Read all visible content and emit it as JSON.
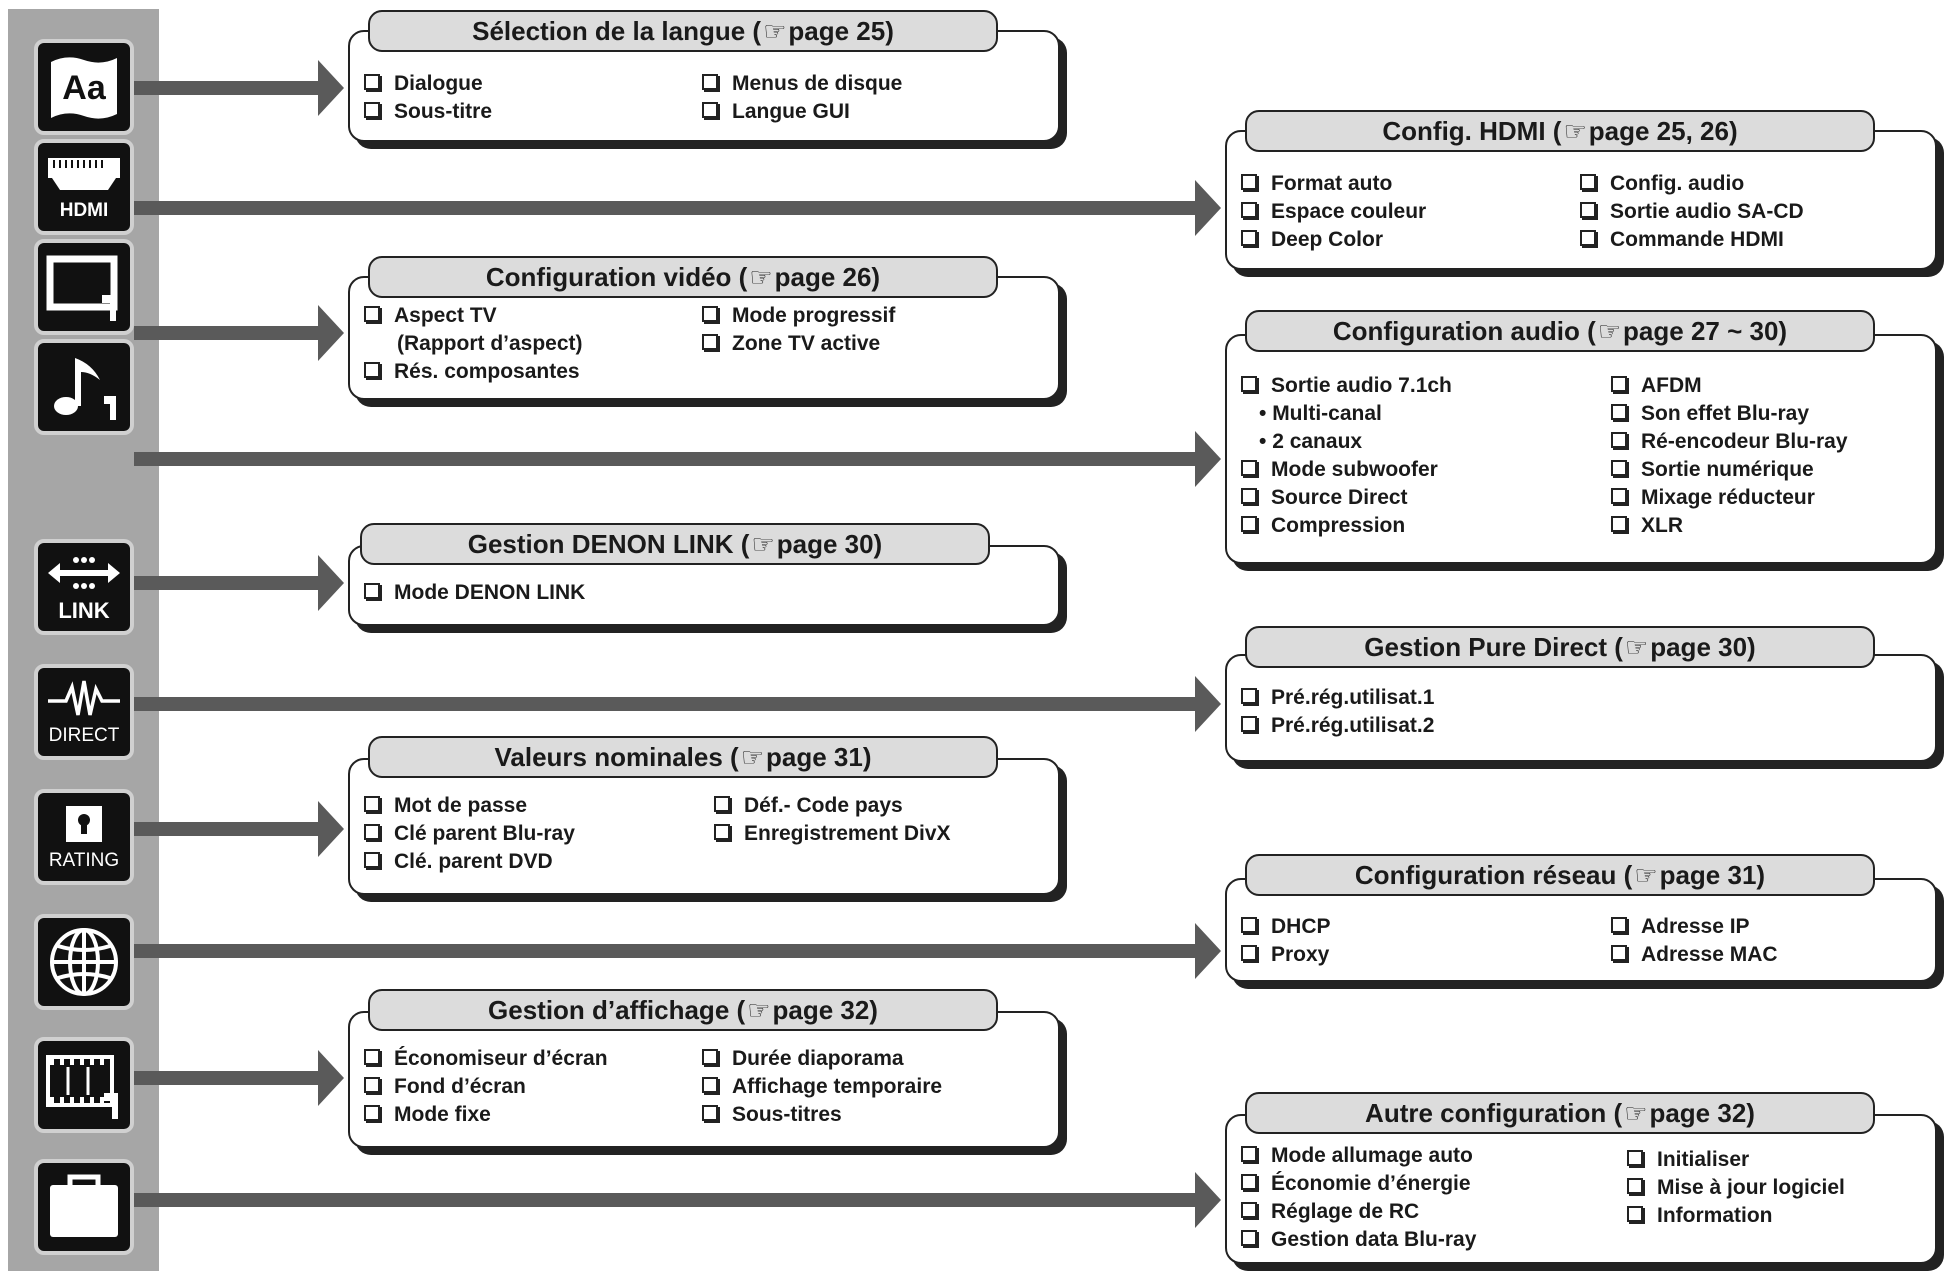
{
  "hand_glyph": "☞",
  "icons": [
    {
      "name": "language-icon",
      "label": "Aa"
    },
    {
      "name": "hdmi-icon",
      "label": "HDMI"
    },
    {
      "name": "video-icon",
      "label": ""
    },
    {
      "name": "audio-icon",
      "label": ""
    },
    {
      "name": "link-icon",
      "label": "LINK"
    },
    {
      "name": "direct-icon",
      "label": "DIRECT"
    },
    {
      "name": "rating-icon",
      "label": "RATING"
    },
    {
      "name": "network-icon",
      "label": ""
    },
    {
      "name": "display-icon",
      "label": ""
    },
    {
      "name": "other-icon",
      "label": ""
    }
  ],
  "boxes": {
    "langue": {
      "title_pre": "Sélection de la langue (",
      "title_post": "page 25)",
      "col1": [
        "Dialogue",
        "Sous-titre"
      ],
      "col2": [
        "Menus de disque",
        "Langue GUI"
      ]
    },
    "hdmi": {
      "title_pre": "Config. HDMI (",
      "title_post": "page 25, 26)",
      "col1": [
        "Format auto",
        "Espace couleur",
        "Deep Color"
      ],
      "col2": [
        "Config. audio",
        "Sortie audio SA-CD",
        "Commande HDMI"
      ]
    },
    "video": {
      "title_pre": "Configuration vidéo (",
      "title_post": "page 26)",
      "col1": [
        "Aspect TV",
        "(Rapport d’aspect)",
        "Rés. composantes"
      ],
      "col2": [
        "Mode progressif",
        "Zone TV active"
      ]
    },
    "audio": {
      "title_pre": "Configuration audio (",
      "title_post": "page 27 ~ 30)",
      "col1": [
        "Sortie audio 7.1ch",
        "Multi-canal",
        "2 canaux",
        "Mode subwoofer",
        "Source Direct",
        "Compression"
      ],
      "col2": [
        "AFDM",
        "Son effet Blu-ray",
        "Ré-encodeur Blu-ray",
        "Sortie numérique",
        "Mixage réducteur",
        "XLR"
      ]
    },
    "link": {
      "title_pre": "Gestion DENON LINK (",
      "title_post": "page 30)",
      "col1": [
        "Mode DENON LINK"
      ]
    },
    "pure": {
      "title_pre": "Gestion Pure Direct (",
      "title_post": "page 30)",
      "col1": [
        "Pré.rég.utilisat.1",
        "Pré.rég.utilisat.2"
      ]
    },
    "rating": {
      "title_pre": "Valeurs nominales (",
      "title_post": "page 31)",
      "col1": [
        "Mot de passe",
        "Clé parent Blu-ray",
        "Clé. parent DVD"
      ],
      "col2": [
        "Déf.- Code pays",
        "Enregistrement DivX"
      ]
    },
    "network": {
      "title_pre": "Configuration réseau (",
      "title_post": "page 31)",
      "col1": [
        "DHCP",
        "Proxy"
      ],
      "col2": [
        "Adresse IP",
        "Adresse MAC"
      ]
    },
    "display": {
      "title_pre": "Gestion d’affichage (",
      "title_post": "page 32)",
      "col1": [
        "Économiseur d’écran",
        "Fond d’écran",
        "Mode fixe"
      ],
      "col2": [
        "Durée diaporama",
        "Affichage temporaire",
        "Sous-titres"
      ]
    },
    "other": {
      "title_pre": "Autre configuration (",
      "title_post": "page 32)",
      "col1": [
        "Mode allumage auto",
        "Économie d’énergie",
        "Réglage de RC",
        "Gestion data Blu-ray"
      ],
      "col2": [
        "Initialiser",
        "Mise à jour logiciel",
        "Information"
      ]
    }
  }
}
